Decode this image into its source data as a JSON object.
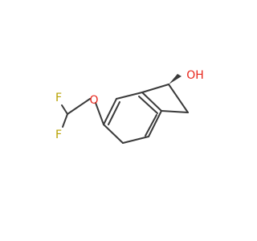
{
  "molecule": {
    "atoms": {
      "hydroxyl": "OH",
      "ether_oxygen": "O",
      "fluorine_top": "F",
      "fluorine_bottom": "F"
    },
    "colors": {
      "bond": "#3a3a3a",
      "oxygen": "#e8261c",
      "fluorine": "#b7a100"
    }
  }
}
